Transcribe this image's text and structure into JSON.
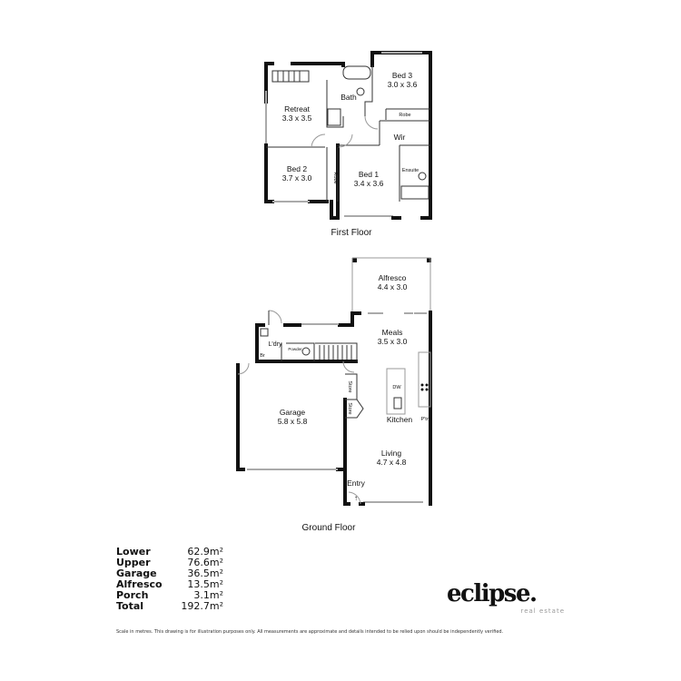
{
  "first_floor": {
    "title": "First Floor",
    "rooms": {
      "retreat": {
        "name": "Retreat",
        "size": "3.3 x 3.5"
      },
      "bath": {
        "name": "Bath"
      },
      "bed3": {
        "name": "Bed 3",
        "size": "3.0 x 3.6"
      },
      "robe1": {
        "name": "Robe"
      },
      "wir": {
        "name": "Wir"
      },
      "bed2": {
        "name": "Bed 2",
        "size": "3.7 x 3.0"
      },
      "robe2": {
        "name": "Robe"
      },
      "bed1": {
        "name": "Bed 1",
        "size": "3.4 x 3.6"
      },
      "ensuite": {
        "name": "Ensuite"
      }
    }
  },
  "ground_floor": {
    "title": "Ground Floor",
    "rooms": {
      "alfresco": {
        "name": "Alfresco",
        "size": "4.4 x 3.0"
      },
      "meals": {
        "name": "Meals",
        "size": "3.5 x 3.0"
      },
      "laundry": {
        "name": "L'dry"
      },
      "br": {
        "name": "Br"
      },
      "powder": {
        "name": "Powder"
      },
      "store1": {
        "name": "Store"
      },
      "store2": {
        "name": "Store"
      },
      "dw": {
        "name": "DW"
      },
      "kitchen": {
        "name": "Kitchen"
      },
      "pantry": {
        "name": "P'try"
      },
      "garage": {
        "name": "Garage",
        "size": "5.8 x 5.8"
      },
      "living": {
        "name": "Living",
        "size": "4.7 x 4.8"
      },
      "entry": {
        "name": "Entry"
      }
    }
  },
  "areas": [
    {
      "label": "Lower",
      "value": "62.9m²"
    },
    {
      "label": "Upper",
      "value": "76.6m²"
    },
    {
      "label": "Garage",
      "value": "36.5m²"
    },
    {
      "label": "Alfresco",
      "value": "13.5m²"
    },
    {
      "label": "Porch",
      "value": "3.1m²"
    },
    {
      "label": "Total",
      "value": "192.7m²"
    }
  ],
  "logo": {
    "word": "eclipse.",
    "sub": "real estate"
  },
  "disclaimer": "Scale in metres. This drawing is for illustration purposes only. All measurements are approximate and details intended to be relied upon should be independently verified."
}
